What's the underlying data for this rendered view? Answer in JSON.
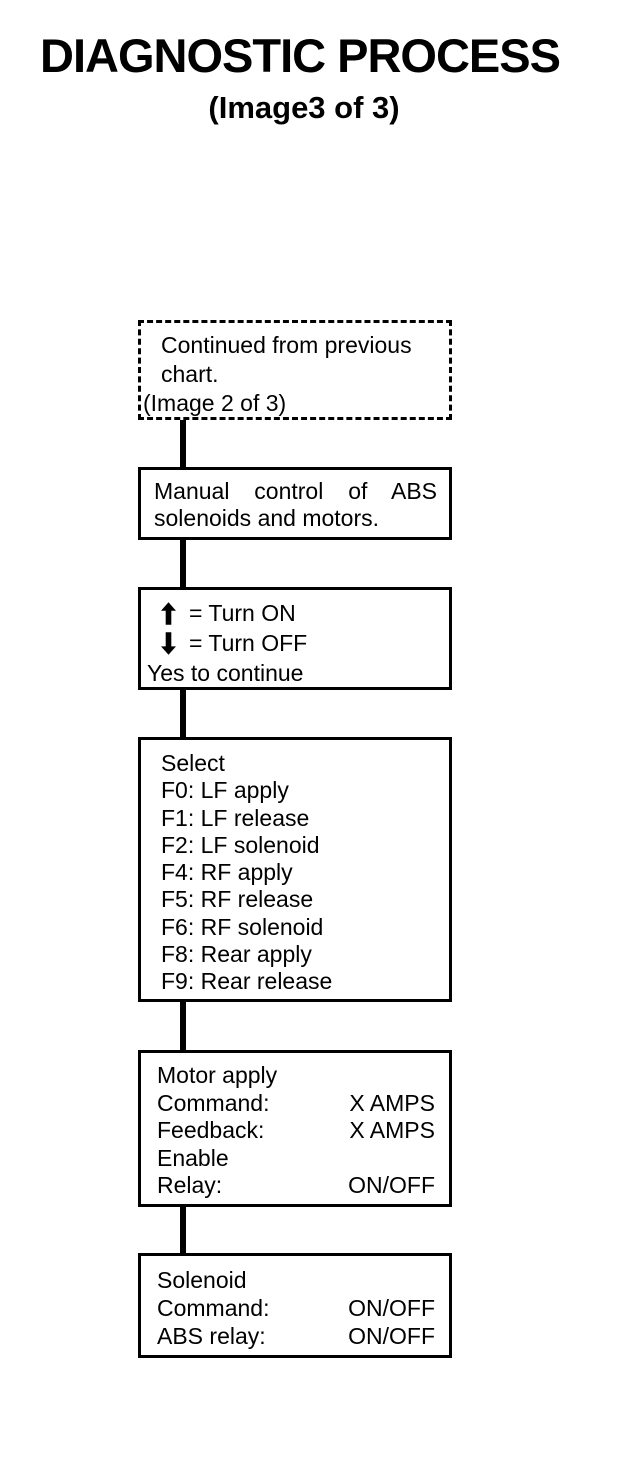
{
  "header": {
    "title": "DIAGNOSTIC PROCESS",
    "subtitle": "(Image3 of 3)"
  },
  "flowchart": {
    "continued_box": {
      "line1": "Continued from previous",
      "line2": "chart.",
      "line3": "(Image 2 of 3)"
    },
    "manual_box": {
      "line1": "Manual control of ABS",
      "line2": "solenoids and motors."
    },
    "instructions_box": {
      "icons": [
        {
          "name": "up-arrow-icon",
          "glyph": "⬆"
        },
        {
          "name": "down-arrow-icon",
          "glyph": "⬇"
        }
      ],
      "up_label": "= Turn ON",
      "down_label": "= Turn OFF",
      "continue_label": "Yes to continue"
    },
    "select_box": {
      "title": "Select",
      "options": [
        "F0: LF apply",
        "F1: LF release",
        "F2: LF solenoid",
        "F4: RF apply",
        "F5: RF release",
        "F6: RF solenoid",
        "F8: Rear apply",
        "F9: Rear release"
      ]
    },
    "motor_box": {
      "title": "Motor apply",
      "rows": [
        {
          "label": "Command:",
          "value": "X AMPS"
        },
        {
          "label": "Feedback:",
          "value": "X AMPS"
        },
        {
          "label": "Enable",
          "value": ""
        },
        {
          "label": "Relay:",
          "value": "ON/OFF"
        }
      ]
    },
    "solenoid_box": {
      "title": "Solenoid",
      "rows": [
        {
          "label": "Command:",
          "value": "ON/OFF"
        },
        {
          "label": "ABS relay:",
          "value": "ON/OFF"
        }
      ]
    }
  }
}
